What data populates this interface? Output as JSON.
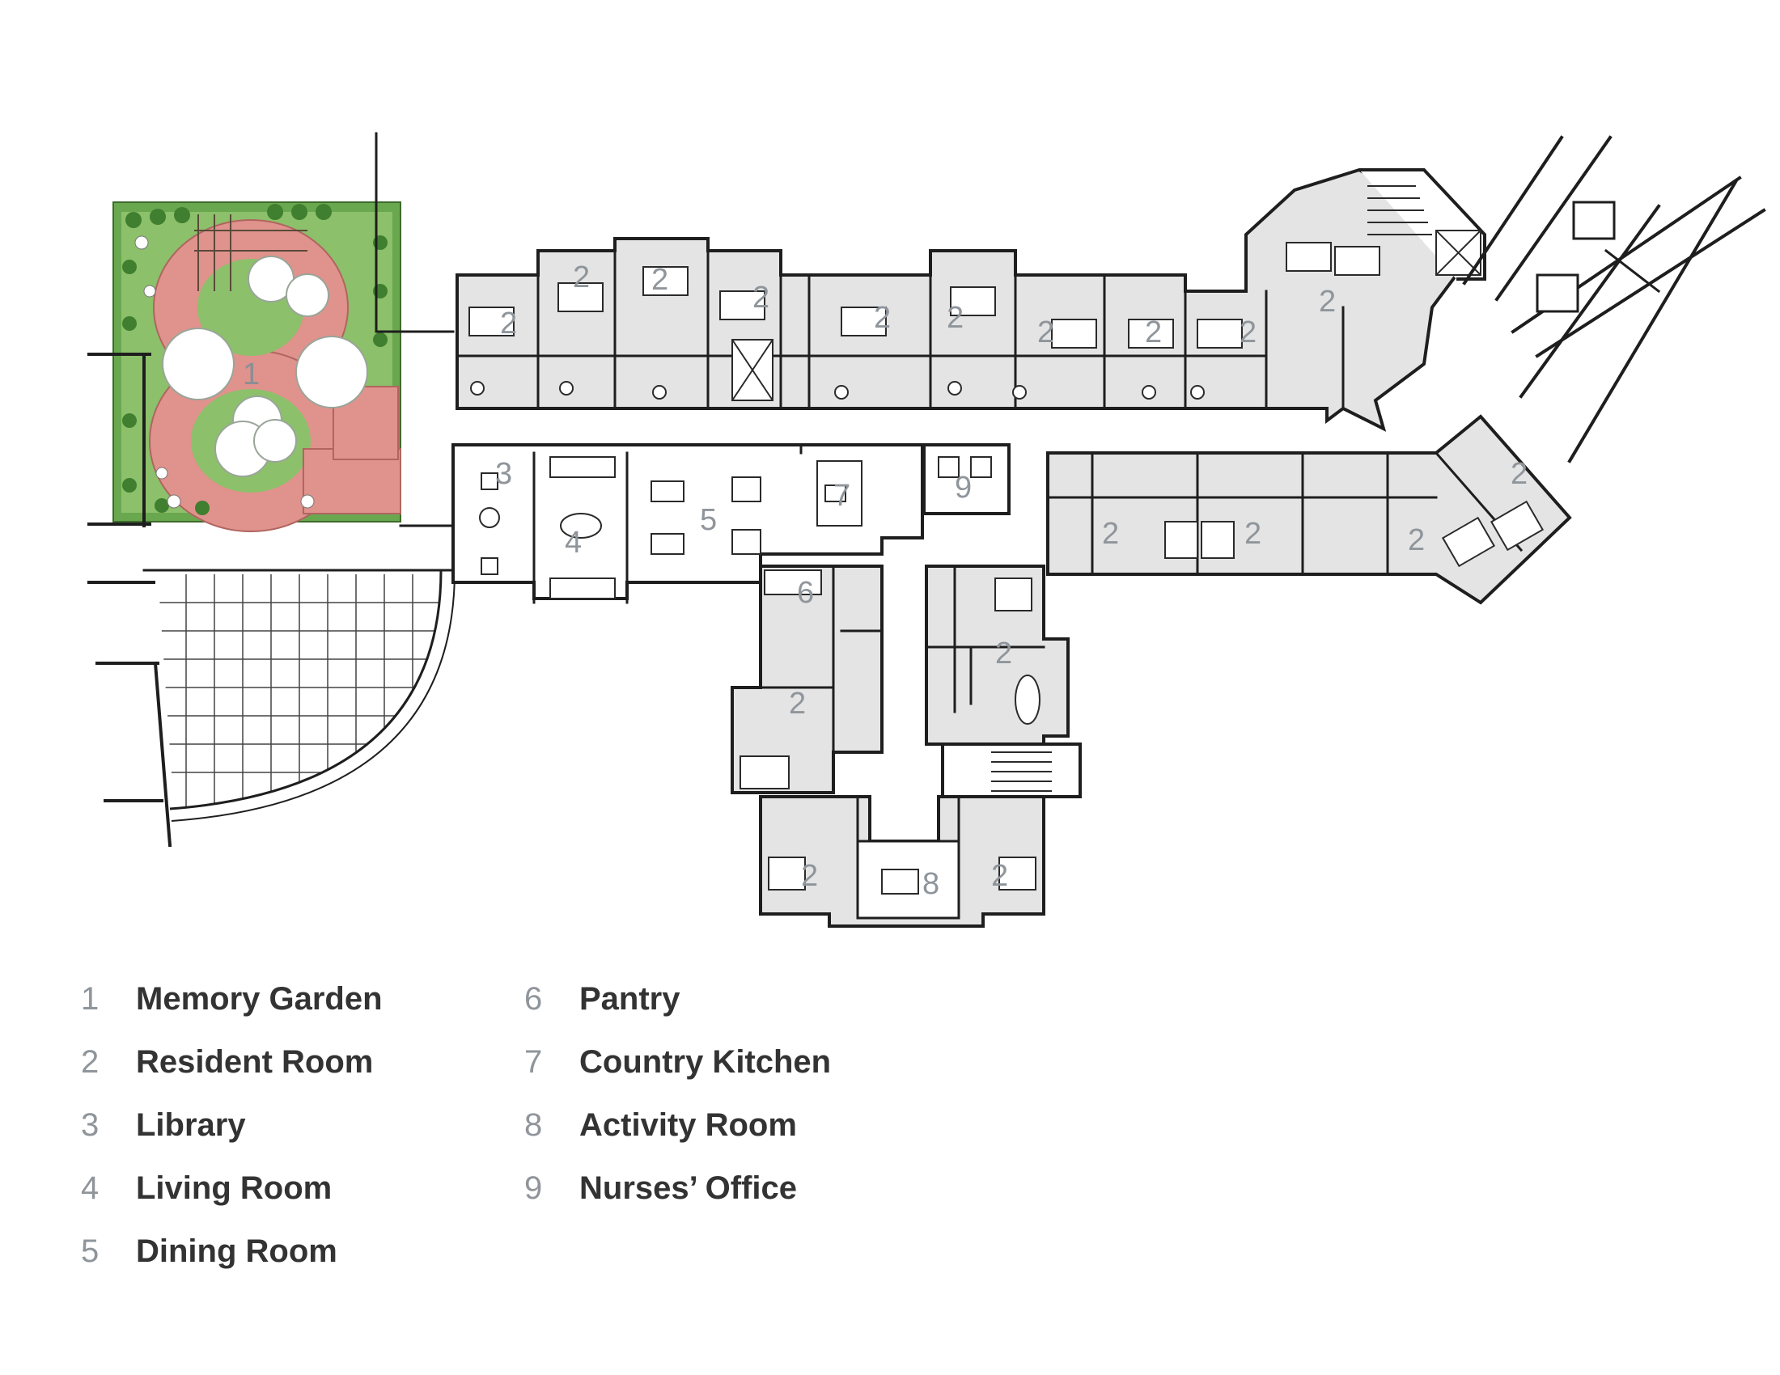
{
  "colors": {
    "wall": "#1e1e1e",
    "room_fill": "#e4e4e4",
    "label_gray": "#8f959b",
    "legend_text": "#333333",
    "garden_path": "#e0928c",
    "garden_green": "#4f9a3e",
    "tree_canopy": "#ffffff"
  },
  "plan_labels": {
    "memory_garden": "1",
    "resident_room": "2",
    "library": "3",
    "living_room": "4",
    "dining_room": "5",
    "pantry": "6",
    "country_kitchen": "7",
    "activity_room": "8",
    "nurses_office": "9"
  },
  "legend": [
    {
      "num": "1",
      "label": "Memory Garden"
    },
    {
      "num": "2",
      "label": "Resident Room"
    },
    {
      "num": "3",
      "label": "Library"
    },
    {
      "num": "4",
      "label": "Living Room"
    },
    {
      "num": "5",
      "label": "Dining Room"
    },
    {
      "num": "6",
      "label": "Pantry"
    },
    {
      "num": "7",
      "label": "Country Kitchen"
    },
    {
      "num": "8",
      "label": "Activity Room"
    },
    {
      "num": "9",
      "label": "Nurses’ Office"
    }
  ]
}
